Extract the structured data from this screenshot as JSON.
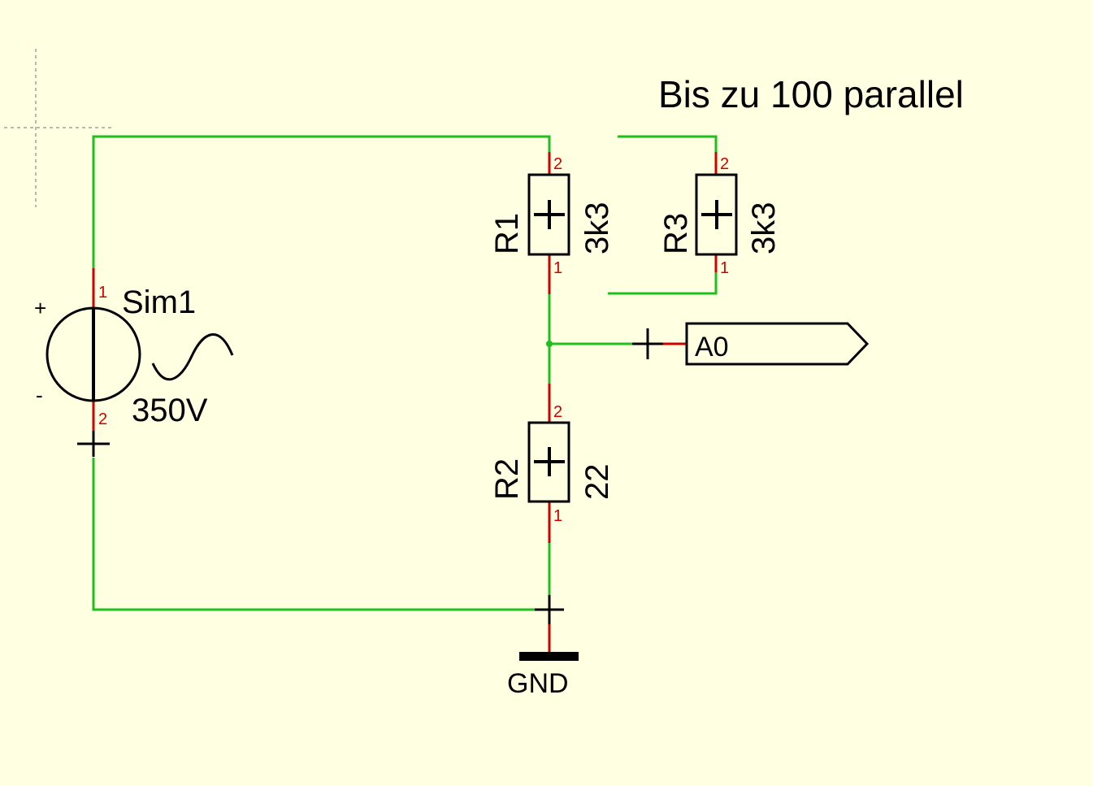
{
  "colors": {
    "background": "#ffffe1",
    "wire": "#1fbf1f",
    "pin_lead": "#d00000",
    "component": "#000000",
    "pin_number": "#d00000",
    "grid_cursor": "#a0a0a0"
  },
  "note": "Bis zu 100 parallel",
  "source": {
    "name": "Sim1",
    "value": "350V",
    "plus_sign": "+",
    "minus_sign": "-",
    "pin_top": "1",
    "pin_bottom": "2"
  },
  "resistors": {
    "r1": {
      "name": "R1",
      "value": "3k3",
      "pin_top": "2",
      "pin_bottom": "1"
    },
    "r2": {
      "name": "R2",
      "value": "22",
      "pin_top": "2",
      "pin_bottom": "1"
    },
    "r3": {
      "name": "R3",
      "value": "3k3",
      "pin_top": "2",
      "pin_bottom": "1"
    }
  },
  "port": {
    "label": "A0"
  },
  "ground": {
    "label": "GND"
  }
}
